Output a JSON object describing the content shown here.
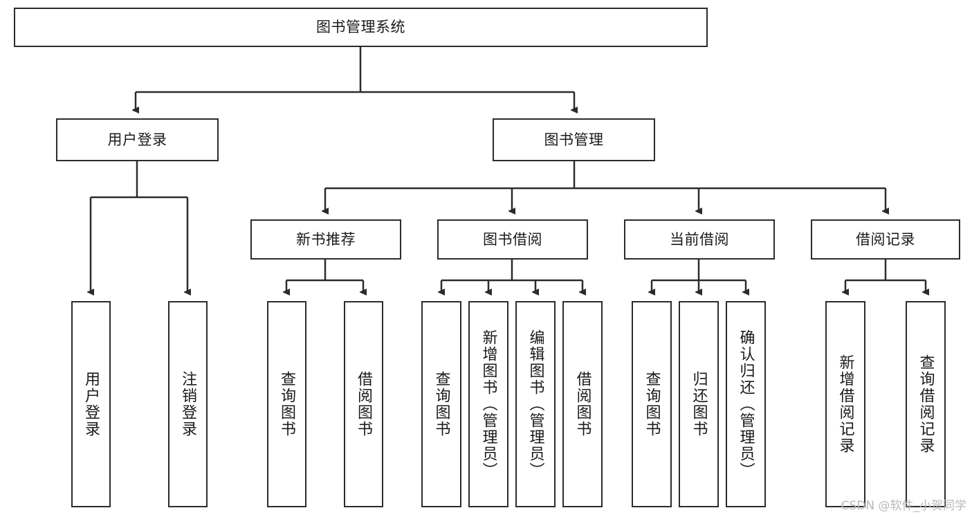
{
  "diagram": {
    "title_node": {
      "label": "图书管理系统"
    },
    "level1": [
      {
        "id": "user-login",
        "label": "用户登录"
      },
      {
        "id": "book-management",
        "label": "图书管理"
      }
    ],
    "level2": [
      {
        "id": "new-book-recommend",
        "label": "新书推荐"
      },
      {
        "id": "book-borrow",
        "label": "图书借阅"
      },
      {
        "id": "current-borrow",
        "label": "当前借阅"
      },
      {
        "id": "borrow-record",
        "label": "借阅记录"
      }
    ],
    "leaves": {
      "user_login": [
        {
          "id": "leaf-user-login",
          "label": "用户登录"
        },
        {
          "id": "leaf-logout-login",
          "label": "注销登录"
        }
      ],
      "new_book_recommend": [
        {
          "id": "leaf-query-book-1",
          "label": "查询图书"
        },
        {
          "id": "leaf-borrow-book-1",
          "label": "借阅图书"
        }
      ],
      "book_borrow": [
        {
          "id": "leaf-query-book-2",
          "label": "查询图书"
        },
        {
          "id": "leaf-add-book",
          "label": "新增图书（管理员）"
        },
        {
          "id": "leaf-edit-book",
          "label": "编辑图书（管理员）"
        },
        {
          "id": "leaf-borrow-book-2",
          "label": "借阅图书"
        }
      ],
      "current_borrow": [
        {
          "id": "leaf-query-book-3",
          "label": "查询图书"
        },
        {
          "id": "leaf-return-book",
          "label": "归还图书"
        },
        {
          "id": "leaf-confirm-return",
          "label": "确认归还（管理员）"
        }
      ],
      "borrow_record": [
        {
          "id": "leaf-add-record",
          "label": "新增借阅记录"
        },
        {
          "id": "leaf-query-record",
          "label": "查询借阅记录"
        }
      ]
    }
  },
  "watermark": {
    "text": "CSDN @软件_小贺同学"
  },
  "colors": {
    "border": "#2b2b2b",
    "background": "#ffffff",
    "text": "#1a1a1a",
    "watermark": "#b9b9b9"
  }
}
